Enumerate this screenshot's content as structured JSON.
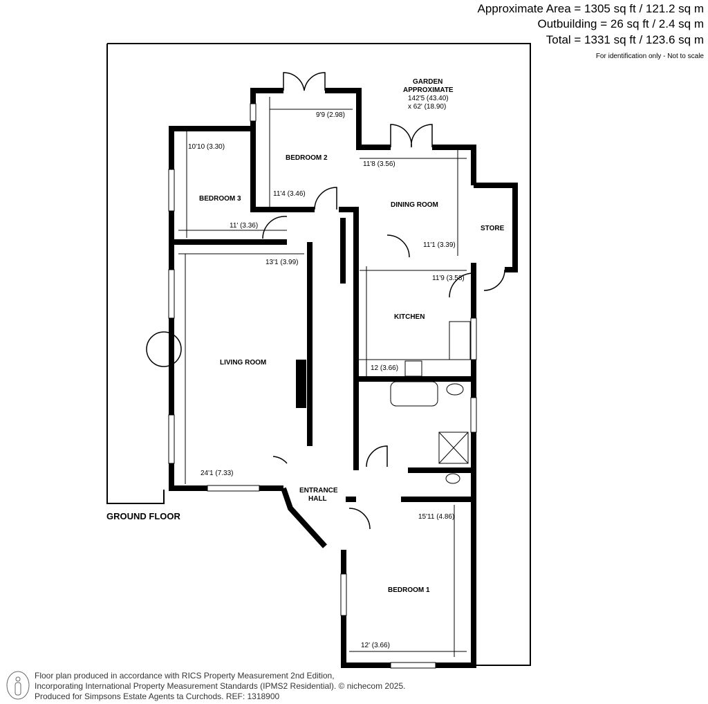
{
  "header": {
    "area": "Approximate Area = 1305 sq ft / 121.2 sq m",
    "outbuilding": "Outbuilding = 26 sq ft / 2.4 sq m",
    "total": "Total = 1331 sq ft / 123.6 sq m",
    "note": "For identification only - Not to scale"
  },
  "floor_label": "GROUND FLOOR",
  "garden": {
    "label1": "GARDEN",
    "label2": "APPROXIMATE",
    "dim1": "142'5 (43.40)",
    "dim2": "x 62' (18.90)"
  },
  "rooms": {
    "bedroom2": {
      "name": "BEDROOM 2",
      "dim_w": "9'9 (2.98)",
      "dim_h": "11'4 (3.46)"
    },
    "bedroom3": {
      "name": "BEDROOM 3",
      "dim_h": "10'10 (3.30)",
      "dim_w": "11' (3.36)"
    },
    "dining": {
      "name": "DINING ROOM",
      "dim_w": "11'8 (3.56)",
      "dim_h": "11'1 (3.39)"
    },
    "store": {
      "name": "STORE"
    },
    "kitchen": {
      "name": "KITCHEN",
      "dim_w": "11'9 (3.58)",
      "dim_h": "12 (3.66)"
    },
    "living": {
      "name": "LIVING ROOM",
      "dim_w": "13'1 (3.99)",
      "dim_h": "24'1 (7.33)"
    },
    "hall": {
      "name1": "ENTRANCE",
      "name2": "HALL"
    },
    "bedroom1": {
      "name": "BEDROOM 1",
      "dim_h": "15'11 (4.86)",
      "dim_w": "12' (3.66)"
    }
  },
  "footer": {
    "line1": "Floor plan produced in accordance with RICS Property Measurement 2nd Edition,",
    "line2": "Incorporating International Property Measurement Standards (IPMS2 Residential).   © nichecom 2025.",
    "line3": "Produced for Simpsons Estate Agents ta Curchods.   REF: 1318900"
  }
}
